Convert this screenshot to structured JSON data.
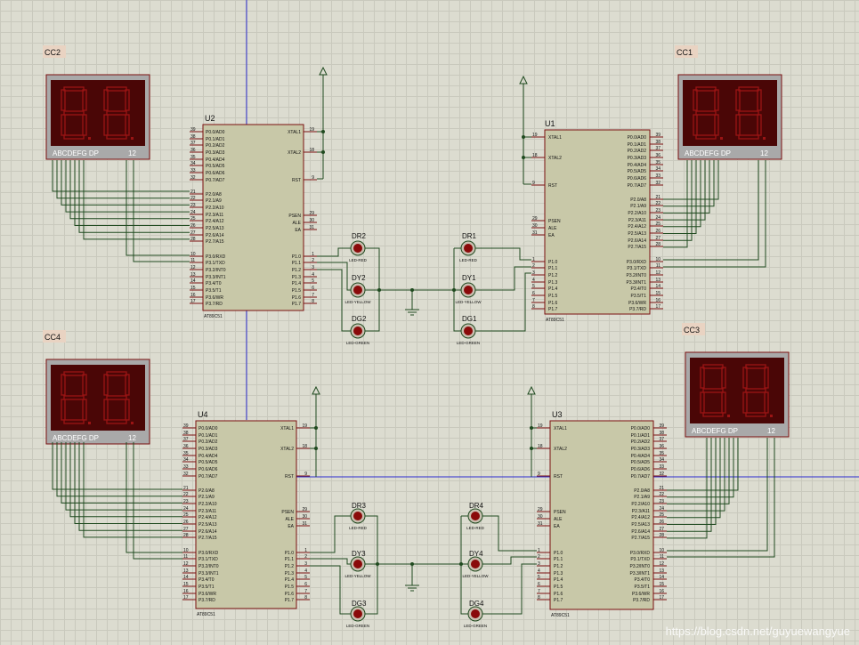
{
  "colors": {
    "wire": "#1f4a1f",
    "blue": "#2b2bd0",
    "chip": "#c8c8a8",
    "chipBorder": "#7a1010",
    "segFace": "#4a0606",
    "segOn": "#9a1414",
    "segBody": "#a9a9a9",
    "pin": "#7a1010",
    "pinText": "#141414",
    "label": "#111111",
    "labelBox": "#e9d3c2",
    "led": "#8a0a0a"
  },
  "displays": [
    {
      "id": "CC2",
      "label": "CC2",
      "seg_text": "ABCDEFG DP",
      "num": "12"
    },
    {
      "id": "CC1",
      "label": "CC1",
      "seg_text": "ABCDEFG DP",
      "num": "12"
    },
    {
      "id": "CC4",
      "label": "CC4",
      "seg_text": "ABCDEFG DP",
      "num": "12"
    },
    {
      "id": "CC3",
      "label": "CC3",
      "seg_text": "ABCDEFG DP",
      "num": "12"
    }
  ],
  "chips": [
    {
      "id": "U2",
      "label": "U2",
      "part": "AT89C51"
    },
    {
      "id": "U1",
      "label": "U1",
      "part": "AT89C51"
    },
    {
      "id": "U4",
      "label": "U4",
      "part": "AT89C51"
    },
    {
      "id": "U3",
      "label": "U3",
      "part": "AT89C51"
    }
  ],
  "chip_pins": {
    "left": [
      {
        "num": "19",
        "name": "XTAL1"
      },
      {
        "num": "18",
        "name": "XTAL2"
      },
      {
        "num": "9",
        "name": "RST"
      },
      {
        "num": "29",
        "name": "PSEN"
      },
      {
        "num": "30",
        "name": "ALE"
      },
      {
        "num": "31",
        "name": "EA"
      },
      {
        "num": "1",
        "name": "P1.0"
      },
      {
        "num": "2",
        "name": "P1.1"
      },
      {
        "num": "3",
        "name": "P1.2"
      },
      {
        "num": "4",
        "name": "P1.3"
      },
      {
        "num": "5",
        "name": "P1.4"
      },
      {
        "num": "6",
        "name": "P1.5"
      },
      {
        "num": "7",
        "name": "P1.6"
      },
      {
        "num": "8",
        "name": "P1.7"
      }
    ],
    "right": [
      {
        "num": "39",
        "name": "P0.0/AD0"
      },
      {
        "num": "38",
        "name": "P0.1/AD1"
      },
      {
        "num": "37",
        "name": "P0.2/AD2"
      },
      {
        "num": "36",
        "name": "P0.3/AD3"
      },
      {
        "num": "35",
        "name": "P0.4/AD4"
      },
      {
        "num": "34",
        "name": "P0.5/AD5"
      },
      {
        "num": "33",
        "name": "P0.6/AD6"
      },
      {
        "num": "32",
        "name": "P0.7/AD7"
      },
      {
        "num": "21",
        "name": "P2.0/A8"
      },
      {
        "num": "22",
        "name": "P2.1/A9"
      },
      {
        "num": "23",
        "name": "P2.2/A10"
      },
      {
        "num": "24",
        "name": "P2.3/A11"
      },
      {
        "num": "25",
        "name": "P2.4/A12"
      },
      {
        "num": "26",
        "name": "P2.5/A13"
      },
      {
        "num": "27",
        "name": "P2.6/A14"
      },
      {
        "num": "28",
        "name": "P2.7/A15"
      },
      {
        "num": "10",
        "name": "P3.0/RXD"
      },
      {
        "num": "11",
        "name": "P3.1/TXD"
      },
      {
        "num": "12",
        "name": "P3.2/INT0"
      },
      {
        "num": "13",
        "name": "P3.3/INT1"
      },
      {
        "num": "14",
        "name": "P3.4/T0"
      },
      {
        "num": "15",
        "name": "P3.5/T1"
      },
      {
        "num": "16",
        "name": "P3.6/WR"
      },
      {
        "num": "17",
        "name": "P3.7/RD"
      }
    ]
  },
  "leds": [
    {
      "id": "DR2",
      "label": "DR2",
      "type": "LED-RED"
    },
    {
      "id": "DY2",
      "label": "DY2",
      "type": "LED-YELLOW"
    },
    {
      "id": "DG2",
      "label": "DG2",
      "type": "LED-GREEN"
    },
    {
      "id": "DR1",
      "label": "DR1",
      "type": "LED-RED"
    },
    {
      "id": "DY1",
      "label": "DY1",
      "type": "LED-YELLOW"
    },
    {
      "id": "DG1",
      "label": "DG1",
      "type": "LED-GREEN"
    },
    {
      "id": "DR3",
      "label": "DR3",
      "type": "LED-RED"
    },
    {
      "id": "DY3",
      "label": "DY3",
      "type": "LED-YELLOW"
    },
    {
      "id": "DG3",
      "label": "DG3",
      "type": "LED-GREEN"
    },
    {
      "id": "DR4",
      "label": "DR4",
      "type": "LED-RED"
    },
    {
      "id": "DY4",
      "label": "DY4",
      "type": "LED-YELLOW"
    },
    {
      "id": "DG4",
      "label": "DG4",
      "type": "LED-GREEN"
    }
  ],
  "watermark": "https://blog.csdn.net/guyuewangyue"
}
